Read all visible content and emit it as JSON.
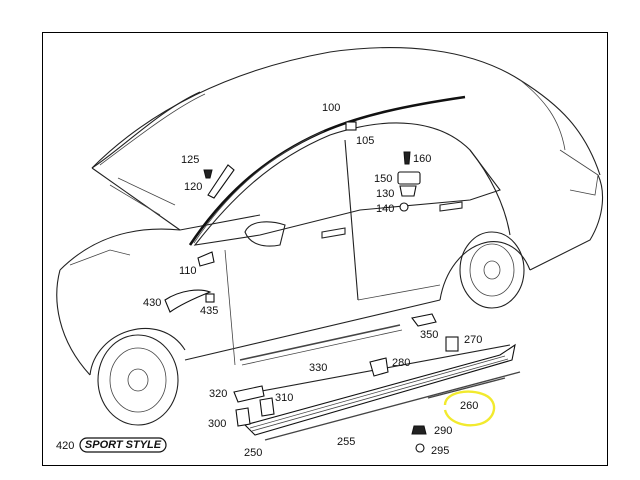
{
  "diagram": {
    "labels": {
      "p100": "100",
      "p105": "105",
      "p110": "110",
      "p120": "120",
      "p125": "125",
      "p130": "130",
      "p140": "140",
      "p150": "150",
      "p160": "160",
      "p250": "250",
      "p255": "255",
      "p260": "260",
      "p270": "270",
      "p280": "280",
      "p290": "290",
      "p295": "295",
      "p300": "300",
      "p310": "310",
      "p320": "320",
      "p330": "330",
      "p350": "350",
      "p420": "420",
      "p430": "430",
      "p435": "435"
    },
    "badge_text": "SPORT STYLE",
    "highlight_color": "#f2ea2e"
  }
}
